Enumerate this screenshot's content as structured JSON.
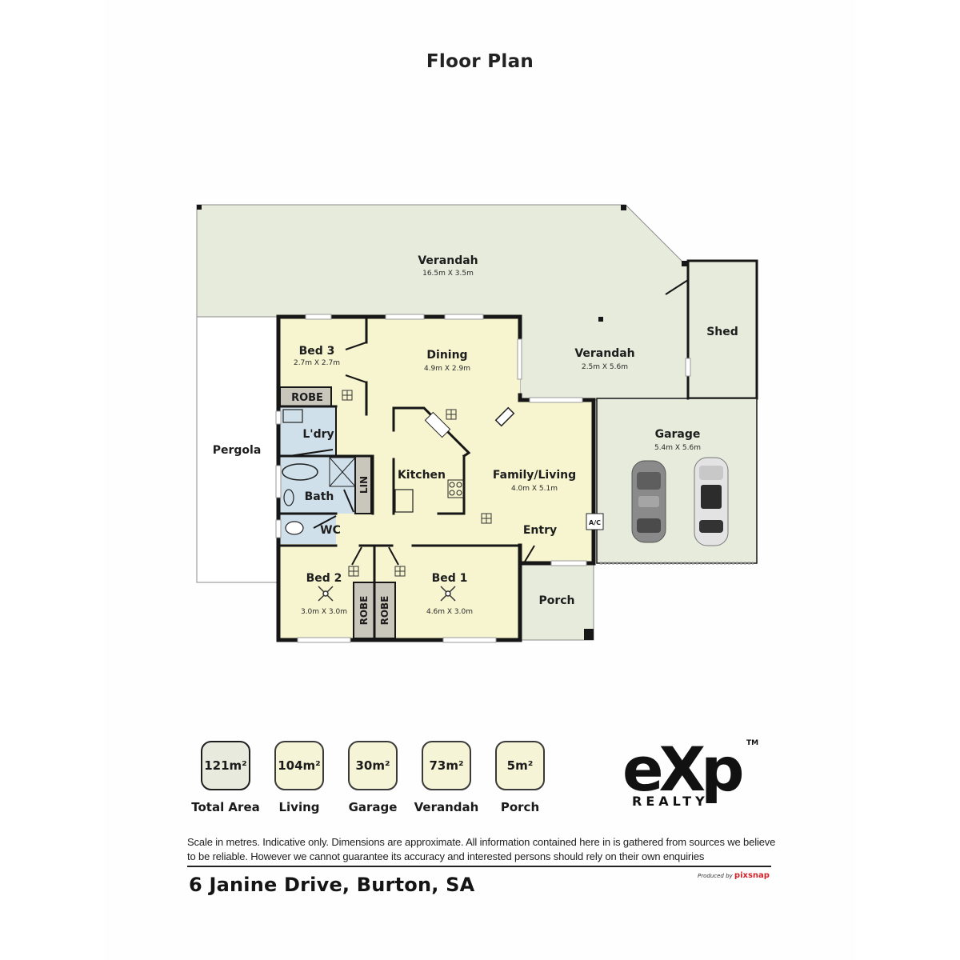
{
  "page": {
    "title": "Floor Plan"
  },
  "colors": {
    "living_fill": "#f7f5cf",
    "outdoor_fill": "#e7ebdc",
    "wet_fill": "#cfe0ea",
    "robe_fill": "#c9c6bc",
    "wall": "#161616"
  },
  "rooms": [
    {
      "id": "verandah-main",
      "label": "Verandah",
      "dims": "16.5m X 3.5m"
    },
    {
      "id": "verandah-side",
      "label": "Verandah",
      "dims": "2.5m X 5.6m"
    },
    {
      "id": "shed",
      "label": "Shed",
      "dims": ""
    },
    {
      "id": "bed3",
      "label": "Bed 3",
      "dims": "2.7m X 2.7m"
    },
    {
      "id": "dining",
      "label": "Dining",
      "dims": "4.9m X 2.9m"
    },
    {
      "id": "robe-bed3",
      "label": "ROBE",
      "dims": ""
    },
    {
      "id": "laundry",
      "label": "L'dry",
      "dims": ""
    },
    {
      "id": "pergola",
      "label": "Pergola",
      "dims": ""
    },
    {
      "id": "bath",
      "label": "Bath",
      "dims": ""
    },
    {
      "id": "linen",
      "label": "LIN",
      "dims": ""
    },
    {
      "id": "kitchen",
      "label": "Kitchen",
      "dims": ""
    },
    {
      "id": "family-living",
      "label": "Family/Living",
      "dims": "4.0m X 5.1m"
    },
    {
      "id": "wc",
      "label": "WC",
      "dims": ""
    },
    {
      "id": "entry",
      "label": "Entry",
      "dims": ""
    },
    {
      "id": "garage",
      "label": "Garage",
      "dims": "5.4m X 5.6m"
    },
    {
      "id": "bed2",
      "label": "Bed 2",
      "dims": "3.0m X 3.0m"
    },
    {
      "id": "robe-bed2",
      "label": "ROBE",
      "dims": ""
    },
    {
      "id": "robe-bed1",
      "label": "ROBE",
      "dims": ""
    },
    {
      "id": "bed1",
      "label": "Bed 1",
      "dims": "4.6m X 3.0m"
    },
    {
      "id": "porch",
      "label": "Porch",
      "dims": ""
    }
  ],
  "fixtures": {
    "ac_label": "A/C"
  },
  "areas": [
    {
      "value": "121m²",
      "label": "Total Area"
    },
    {
      "value": "104m²",
      "label": "Living"
    },
    {
      "value": "30m²",
      "label": "Garage"
    },
    {
      "value": "73m²",
      "label": "Verandah"
    },
    {
      "value": "5m²",
      "label": "Porch"
    }
  ],
  "brand": {
    "logo_text": "eXp",
    "logo_tm": "TM",
    "logo_sub": "REALTY"
  },
  "footer": {
    "disclaimer": "Scale in metres. Indicative only. Dimensions are approximate. All information contained here in is gathered from sources we believe to be reliable. However we cannot guarantee its accuracy and interested persons should rely on their own enquiries",
    "address": "6 Janine Drive, Burton, SA",
    "produced_by_prefix": "Produced by",
    "produced_by_brand": "pixsnap"
  }
}
